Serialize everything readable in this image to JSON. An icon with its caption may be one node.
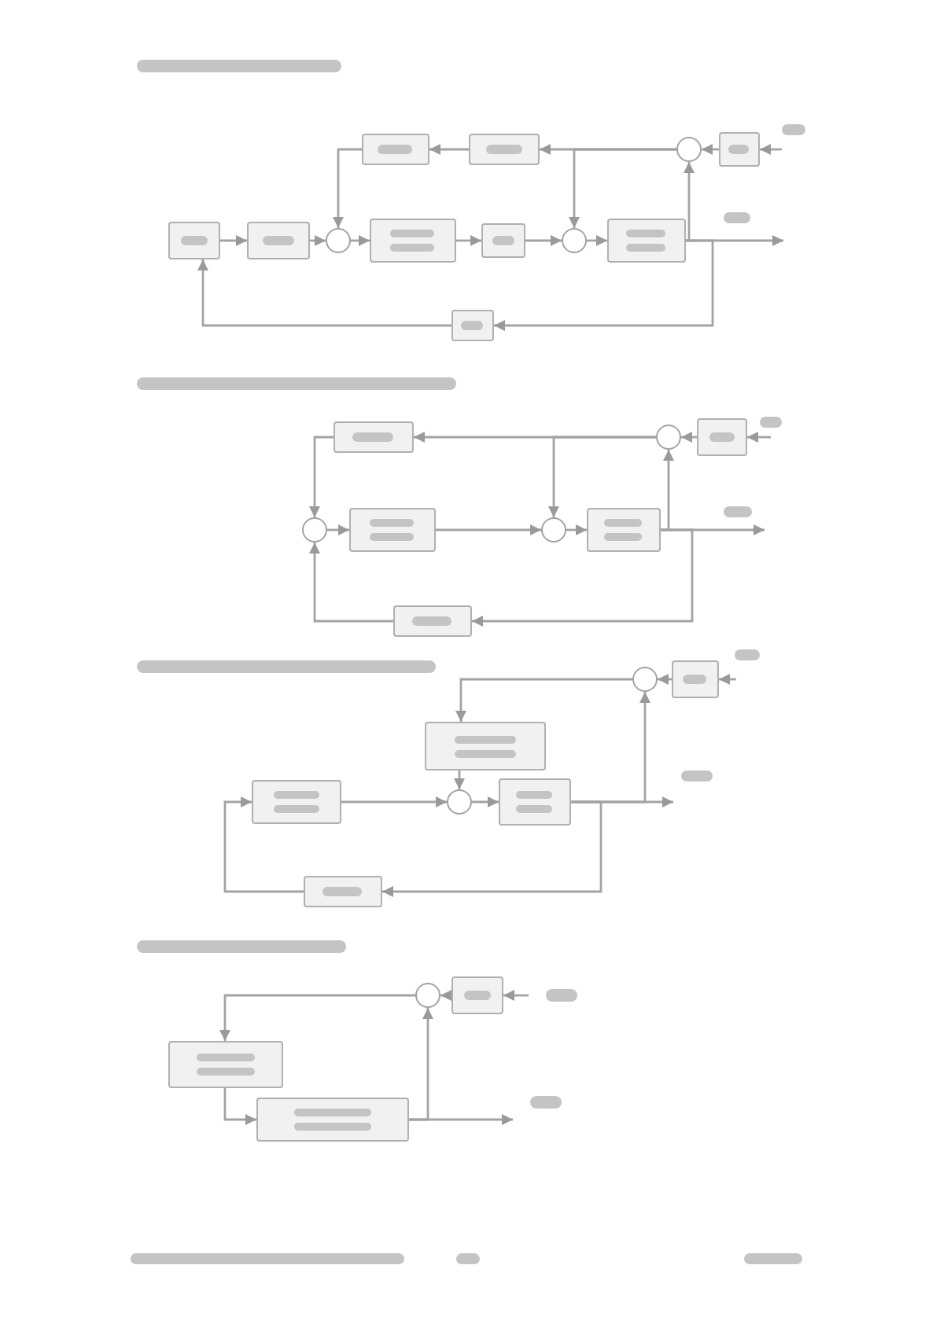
{
  "diagram": {
    "nodes": [
      {
        "text": [],
        "shape": "box"
      },
      {
        "text": [],
        "shape": "box"
      },
      {
        "text": [],
        "shape": "circle"
      },
      {
        "text": [],
        "shape": "box"
      },
      {
        "text": [],
        "shape": "box"
      },
      {
        "text": [],
        "shape": "box"
      },
      {
        "text": [],
        "shape": "circle"
      },
      {
        "text": [],
        "shape": "box"
      },
      {
        "text": [],
        "shape": "box"
      },
      {
        "text": [],
        "shape": "circle"
      },
      {
        "text": [],
        "shape": "box"
      },
      {
        "text": [],
        "shape": "box"
      },
      {
        "text": [],
        "shape": "box"
      },
      {
        "text": [],
        "shape": "circle"
      },
      {
        "text": [],
        "shape": "box"
      },
      {
        "text": [],
        "shape": "circle"
      },
      {
        "text": [],
        "shape": "box"
      },
      {
        "text": [],
        "shape": "circle"
      },
      {
        "text": [],
        "shape": "box"
      },
      {
        "text": [],
        "shape": "box"
      },
      {
        "text": [],
        "shape": "circle"
      },
      {
        "text": [],
        "shape": "box"
      },
      {
        "text": [],
        "shape": "box"
      },
      {
        "text": [],
        "shape": "box"
      },
      {
        "text": [],
        "shape": "circle"
      },
      {
        "text": [],
        "shape": "box"
      },
      {
        "text": [],
        "shape": "box"
      },
      {
        "text": [],
        "shape": "circle"
      },
      {
        "text": [],
        "shape": "box"
      },
      {
        "text": [],
        "shape": "box"
      },
      {
        "text": [],
        "shape": "box"
      }
    ],
    "edges": [
      {
        "from": null,
        "to": 3,
        "arrow": "to"
      },
      {
        "from": 3,
        "to": 2,
        "arrow": "to"
      },
      {
        "from": 10,
        "to": 2,
        "arrow": "to"
      },
      {
        "from": 2,
        "to": 1,
        "arrow": "to"
      },
      {
        "from": 2,
        "to": 9,
        "arrow": "to"
      },
      {
        "from": 1,
        "to": 0,
        "arrow": "to"
      },
      {
        "from": 0,
        "to": 6,
        "arrow": "to"
      },
      {
        "from": 4,
        "to": 5,
        "arrow": "to"
      },
      {
        "from": 5,
        "to": 6,
        "arrow": "to"
      },
      {
        "from": 6,
        "to": 7,
        "arrow": "to"
      },
      {
        "from": 7,
        "to": 8,
        "arrow": "to"
      },
      {
        "from": 8,
        "to": 9,
        "arrow": "to"
      },
      {
        "from": 9,
        "to": 10,
        "arrow": "to"
      },
      {
        "from": 10,
        "to": null,
        "arrow": "to"
      },
      {
        "from": 10,
        "to": 11,
        "arrow": "to"
      },
      {
        "from": 11,
        "to": 4,
        "arrow": "to"
      },
      {
        "from": null,
        "to": 14,
        "arrow": "to"
      },
      {
        "from": 14,
        "to": 13,
        "arrow": "to"
      },
      {
        "from": 18,
        "to": 13,
        "arrow": "to"
      },
      {
        "from": 13,
        "to": 12,
        "arrow": "to"
      },
      {
        "from": 13,
        "to": 17,
        "arrow": "to"
      },
      {
        "from": 12,
        "to": 15,
        "arrow": "to"
      },
      {
        "from": 15,
        "to": 16,
        "arrow": "to"
      },
      {
        "from": 16,
        "to": 17,
        "arrow": "to"
      },
      {
        "from": 17,
        "to": 18,
        "arrow": "to"
      },
      {
        "from": 18,
        "to": null,
        "arrow": "to"
      },
      {
        "from": 18,
        "to": 19,
        "arrow": "to"
      },
      {
        "from": 19,
        "to": 15,
        "arrow": "to"
      },
      {
        "from": null,
        "to": 21,
        "arrow": "to"
      },
      {
        "from": 21,
        "to": 20,
        "arrow": "to"
      },
      {
        "from": 25,
        "to": 20,
        "arrow": "to"
      },
      {
        "from": 20,
        "to": 22,
        "arrow": "to"
      },
      {
        "from": 22,
        "to": 24,
        "arrow": "to"
      },
      {
        "from": 23,
        "to": 24,
        "arrow": "to"
      },
      {
        "from": 24,
        "to": 25,
        "arrow": "to"
      },
      {
        "from": 25,
        "to": null,
        "arrow": "to"
      },
      {
        "from": 25,
        "to": 26,
        "arrow": "to"
      },
      {
        "from": 26,
        "to": 23,
        "arrow": "to"
      },
      {
        "from": null,
        "to": 28,
        "arrow": "to"
      },
      {
        "from": 28,
        "to": 27,
        "arrow": "to"
      },
      {
        "from": 30,
        "to": 27,
        "arrow": "to"
      },
      {
        "from": 27,
        "to": 29,
        "arrow": "to"
      },
      {
        "from": 29,
        "to": 30,
        "arrow": "to"
      },
      {
        "from": 30,
        "to": null,
        "arrow": "to"
      }
    ]
  }
}
